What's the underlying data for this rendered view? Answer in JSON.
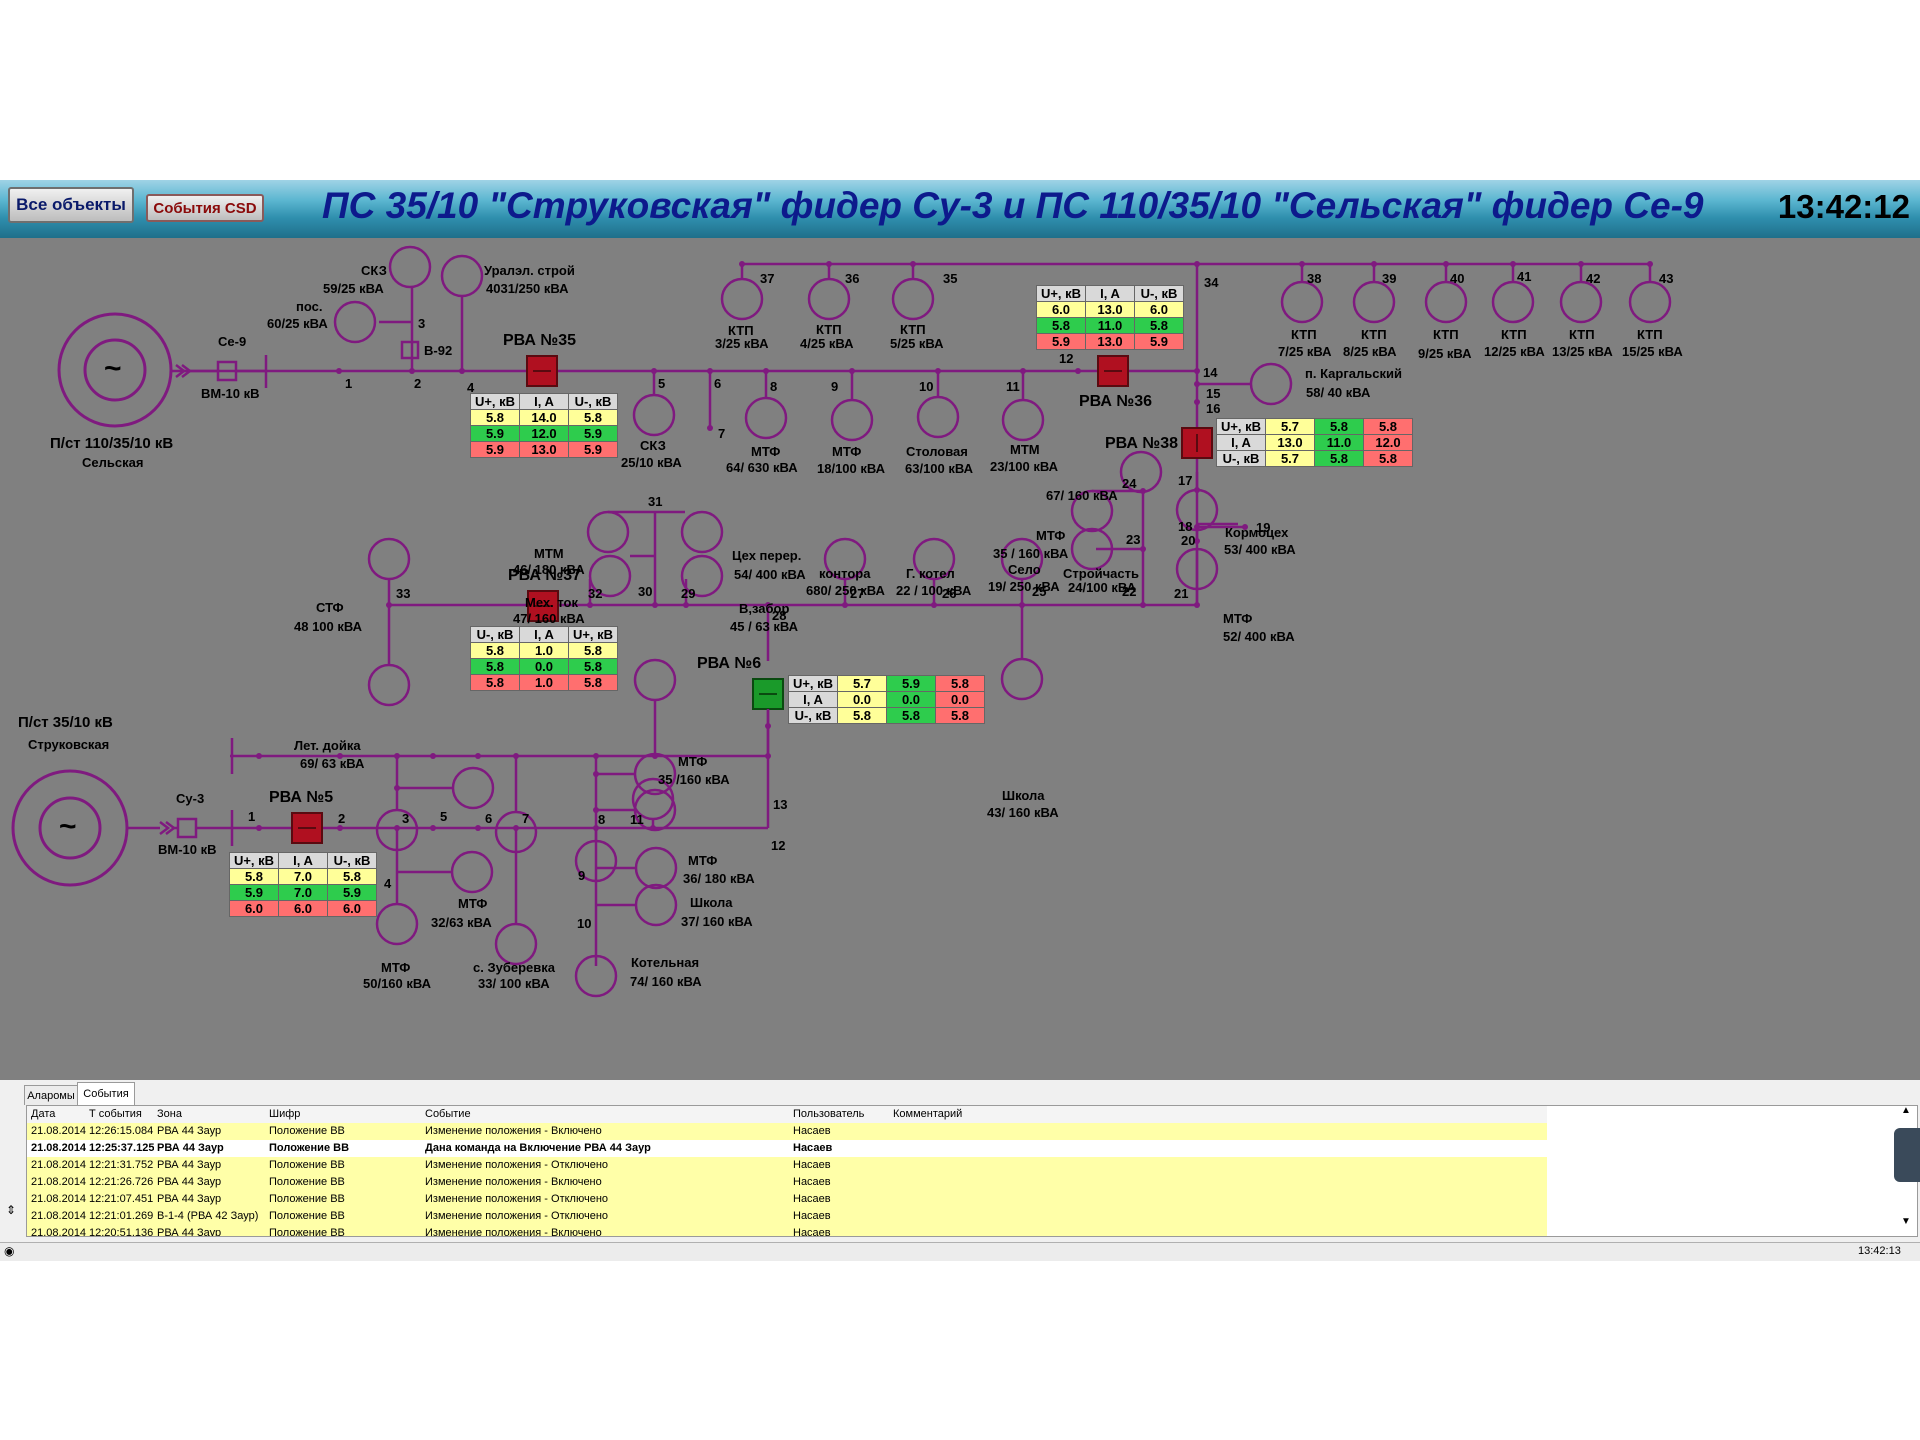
{
  "header": {
    "all_objects_label": "Все объекты",
    "csd_events_label": "События CSD",
    "title": "ПС 35/10 \"Струковская\" фидер Су-3 и ПС 110/35/10 \"Сельская\" фидер Се-9",
    "clock": "13:42:12"
  },
  "colors": {
    "bus": "#7f1a7f",
    "breaker_closed": "#b01020",
    "breaker_open": "#1a9a2a",
    "canvas": "#808080",
    "title": "#0d1a8c"
  },
  "diagram": {
    "sources": {
      "selskaya_name": "П/ст 110/35/10 кВ",
      "selskaya_sub": "Сельская",
      "strukovskaya_name": "П/ст 35/10 кВ",
      "strukovskaya_sub": "Струковская",
      "symbol": "~"
    },
    "feeders": {
      "se9": "Се-9",
      "se9_breaker": "ВМ-10 кВ",
      "su3": "Су-3",
      "su3_breaker": "ВМ-10 кВ"
    },
    "rva_labels": {
      "rva35": "РВА №35",
      "rva36": "РВА №36",
      "rva38": "РВА №38",
      "rva37": "РВА №37",
      "rva6": "РВА №6",
      "rva5": "РВА №5"
    },
    "v92": "В-92",
    "node_numbers": {
      "n1": "1",
      "n2": "2",
      "n3": "3",
      "n4": "4",
      "n5": "5",
      "n6": "6",
      "n7": "7",
      "n8": "8",
      "n9": "9",
      "n10": "10",
      "n11": "11",
      "n12": "12",
      "n14": "14",
      "n15": "15",
      "n16": "16",
      "n17": "17",
      "n18": "18",
      "n19": "19",
      "n20": "20",
      "n21": "21",
      "n22": "22",
      "n23": "23",
      "n24": "24",
      "n25": "25",
      "n26": "26",
      "n27": "27",
      "n28": "28",
      "n29": "29",
      "n30": "30",
      "n31": "31",
      "n32": "32",
      "n33": "33",
      "n34": "34",
      "n35": "35",
      "n36": "36",
      "n37": "37",
      "n38": "38",
      "n39": "39",
      "n40": "40",
      "n41": "41",
      "n42": "42",
      "n43": "43",
      "s1": "1",
      "s2": "2",
      "s3": "3",
      "s4": "4",
      "s5": "5",
      "s6": "6",
      "s7": "7",
      "s8": "8",
      "s9": "9",
      "s10": "10",
      "s11": "11",
      "s12": "12",
      "s13": "13"
    },
    "consumers": {
      "skz_top": [
        "СКЗ",
        "59/25 кВА"
      ],
      "uralep": [
        "Уралэл. строй",
        "4031/250 кВА"
      ],
      "pos": [
        "пос.",
        "60/25 кВА"
      ],
      "skz": [
        "СКЗ",
        "25/10 кВА"
      ],
      "mtf64": [
        "МТФ",
        "64/ 630 кВА"
      ],
      "mtf18": [
        "МТФ",
        "18/100 кВА"
      ],
      "stolovaya": [
        "Столовая",
        "63/100 кВА"
      ],
      "mtm23": [
        "МТМ",
        "23/100 кВА"
      ],
      "ktp3": [
        "КТП",
        "3/25 кВА"
      ],
      "ktp4": [
        "КТП",
        "4/25 кВА"
      ],
      "ktp5": [
        "КТП",
        "5/25 кВА"
      ],
      "ktp7": [
        "КТП",
        "7/25 кВА"
      ],
      "ktp8": [
        "КТП",
        "8/25 кВА"
      ],
      "ktp9": [
        "КТП",
        "9/25 кВА"
      ],
      "ktp12": [
        "КТП",
        "12/25 кВА"
      ],
      "ktp13": [
        "КТП",
        "13/25 кВА"
      ],
      "ktp15": [
        "КТП",
        "15/25 кВА"
      ],
      "kargal": [
        "п. Каргальский",
        "58/ 40 кВА"
      ],
      "c67": [
        "67/ 160 кВА"
      ],
      "mtf35b": [
        "МТФ",
        "35 / 160 кВА"
      ],
      "kormotseh": [
        "Кормоцех",
        "53/ 400 кВА"
      ],
      "selo": [
        "Село",
        "19/ 250 кВА"
      ],
      "stroych": [
        "Стройчасть",
        "24/100 кВА"
      ],
      "mtf52": [
        "МТФ",
        "52/ 400 кВА"
      ],
      "mtm46": [
        "МТМ",
        "46/ 180 кВА"
      ],
      "tseh": [
        "Цех перер.",
        "54/ 400 кВА"
      ],
      "mehtok": [
        "Мех. ток",
        "47/ 160 кВА"
      ],
      "vzabor": [
        "В,забор",
        "45 / 63 кВА"
      ],
      "kontora": [
        "контора",
        "680/ 250 кВА"
      ],
      "gkotel": [
        "Г. котел",
        "22 / 100 кВА"
      ],
      "stf": [
        "СТФ",
        "48 100 кВА"
      ],
      "letdoyka": [
        "Лет. дойка",
        "69/ 63 кВА"
      ],
      "mtf35": [
        "МТФ",
        "35 /160 кВА"
      ],
      "shkola43": [
        "Школа",
        "43/ 160 кВА"
      ],
      "mtf32": [
        "МТФ",
        "32/63 кВА"
      ],
      "mtf50": [
        "МТФ",
        "50/160 кВА"
      ],
      "zuberevka": [
        "с. Зуберевка",
        "33/ 100 кВА"
      ],
      "mtf36": [
        "МТФ",
        "36/ 180 кВА"
      ],
      "shkola37": [
        "Школа",
        "37/ 160 кВА"
      ],
      "kotelnaya": [
        "Котельная",
        "74/ 160 кВА"
      ]
    }
  },
  "measure_tables": {
    "rva35": [
      [
        "U+, кВ",
        "I, A",
        "U-, кВ"
      ],
      [
        "5.8",
        "14.0",
        "5.8"
      ],
      [
        "5.9",
        "12.0",
        "5.9"
      ],
      [
        "5.9",
        "13.0",
        "5.9"
      ]
    ],
    "rva36": [
      [
        "U+, кВ",
        "I, A",
        "U-, кВ"
      ],
      [
        "6.0",
        "13.0",
        "6.0"
      ],
      [
        "5.8",
        "11.0",
        "5.8"
      ],
      [
        "5.9",
        "13.0",
        "5.9"
      ]
    ],
    "rva38": [
      [
        "U+, кВ",
        "5.7",
        "5.8",
        "5.8"
      ],
      [
        "I, A",
        "13.0",
        "11.0",
        "12.0"
      ],
      [
        "U-, кВ",
        "5.7",
        "5.8",
        "5.8"
      ]
    ],
    "rva37": [
      [
        "U-, кВ",
        "I, A",
        "U+, кВ"
      ],
      [
        "5.8",
        "1.0",
        "5.8"
      ],
      [
        "5.8",
        "0.0",
        "5.8"
      ],
      [
        "5.8",
        "1.0",
        "5.8"
      ]
    ],
    "rva6": [
      [
        "U+, кВ",
        "5.7",
        "5.9",
        "5.8"
      ],
      [
        "I, A",
        "0.0",
        "0.0",
        "0.0"
      ],
      [
        "U-, кВ",
        "5.8",
        "5.8",
        "5.8"
      ]
    ],
    "rva5": [
      [
        "U+, кВ",
        "I, A",
        "U-, кВ"
      ],
      [
        "5.8",
        "7.0",
        "5.8"
      ],
      [
        "5.9",
        "7.0",
        "5.9"
      ],
      [
        "6.0",
        "6.0",
        "6.0"
      ]
    ]
  },
  "bottom": {
    "tabs": [
      "Аларомы",
      "События"
    ],
    "columns": [
      "Дата",
      "Т события",
      "Зона",
      "Шифр",
      "Событие",
      "Пользователь",
      "Комментарий"
    ],
    "rows": [
      [
        "21.08.2014",
        "12:26:15.084",
        "РВА 44 Заур",
        "Положение ВВ",
        "Изменение положения - Включено",
        "Насаев",
        ""
      ],
      [
        "21.08.2014",
        "12:25:37.125",
        "РВА 44 Заур",
        "Положение ВВ",
        "Дана команда на Включение РВА 44 Заур",
        "Насаев",
        ""
      ],
      [
        "21.08.2014",
        "12:21:31.752",
        "РВА 44 Заур",
        "Положение ВВ",
        "Изменение положения - Отключено",
        "Насаев",
        ""
      ],
      [
        "21.08.2014",
        "12:21:26.726",
        "РВА 44 Заур",
        "Положение ВВ",
        "Изменение положения - Включено",
        "Насаев",
        ""
      ],
      [
        "21.08.2014",
        "12:21:07.451",
        "РВА 44 Заур",
        "Положение ВВ",
        "Изменение положения - Отключено",
        "Насаев",
        ""
      ],
      [
        "21.08.2014",
        "12:21:01.269",
        "В-1-4 (РВА 42 Заур)",
        "Положение ВВ",
        "Изменение положения - Отключено",
        "Насаев",
        ""
      ],
      [
        "21.08.2014",
        "12:20:51.136",
        "РВА 44 Заур",
        "Положение ВВ",
        "Изменение положения - Включено",
        "Насаев",
        ""
      ]
    ],
    "status_time": "13:42:13"
  }
}
